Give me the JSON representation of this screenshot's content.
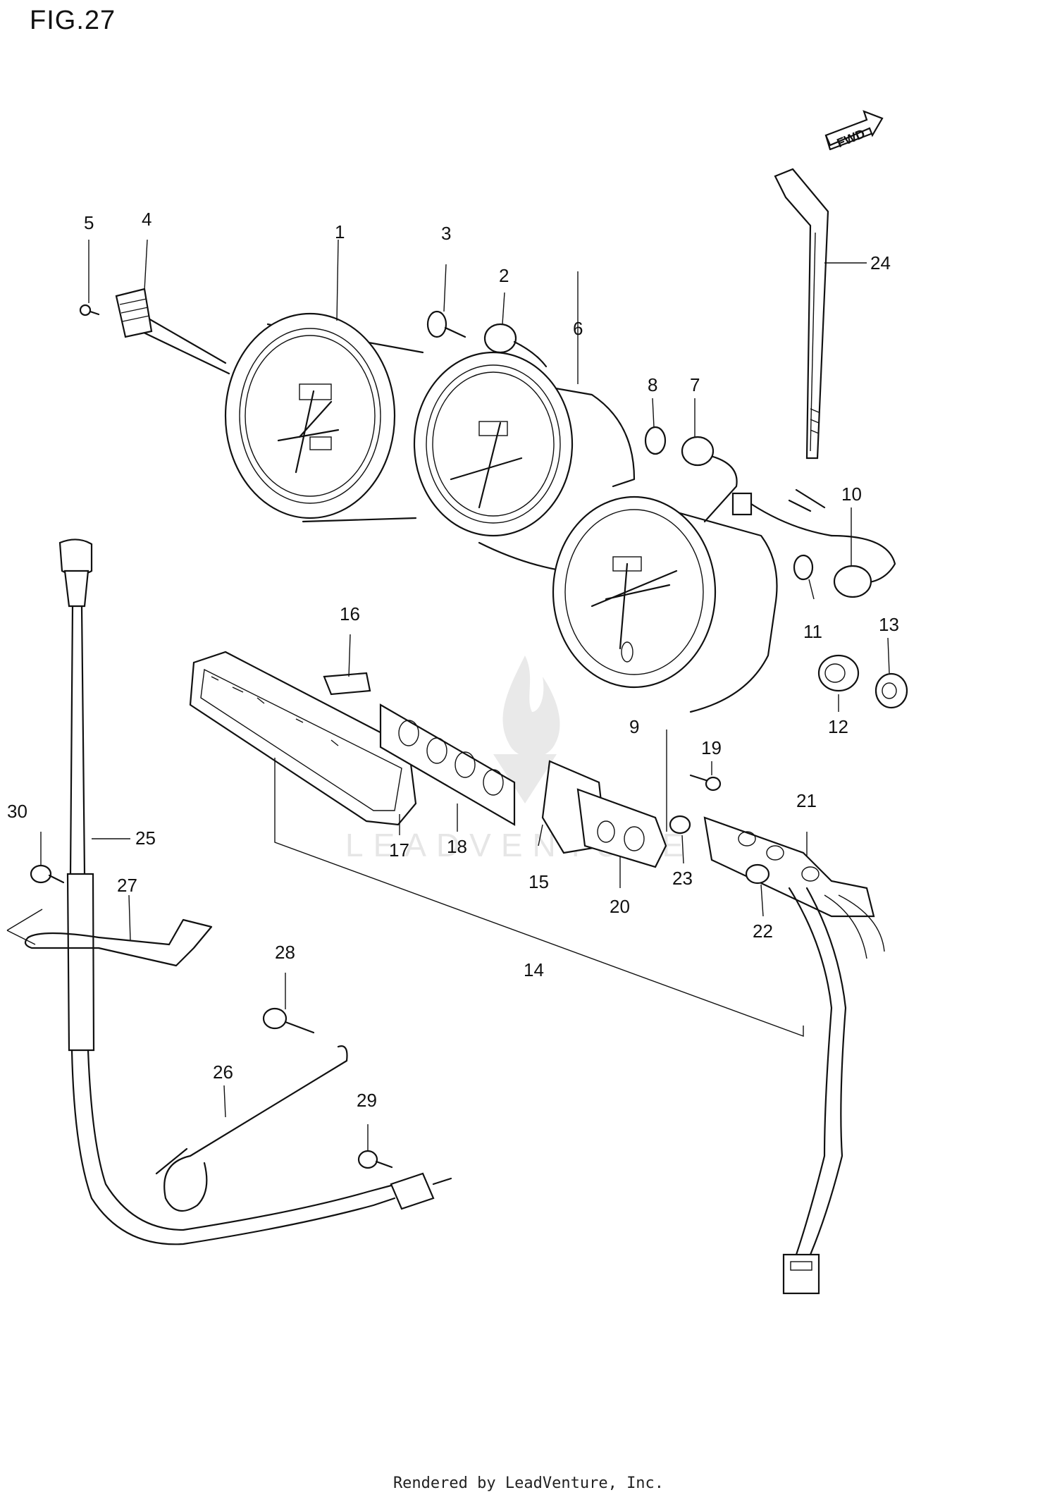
{
  "figure": {
    "title": "FIG.27"
  },
  "fwd_badge": "FWD",
  "footer": "Rendered by LeadVenture, Inc.",
  "watermark": "LEADVENTURE",
  "callouts": [
    "1",
    "2",
    "3",
    "4",
    "5",
    "6",
    "7",
    "8",
    "9",
    "10",
    "11",
    "12",
    "13",
    "14",
    "15",
    "16",
    "17",
    "18",
    "19",
    "20",
    "21",
    "22",
    "23",
    "24",
    "25",
    "26",
    "27",
    "28",
    "29",
    "30"
  ]
}
